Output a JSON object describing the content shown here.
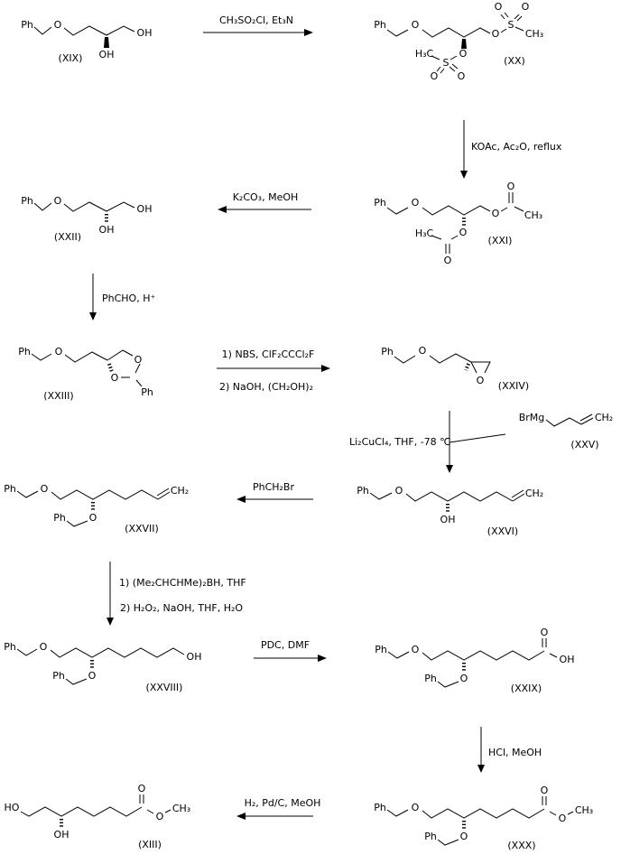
{
  "colors": {
    "ink": "#000000",
    "background": "#ffffff"
  },
  "atoms": {
    "ph": "Ph",
    "o": "O",
    "oh": "OH",
    "ho": "HO",
    "ch3": "CH₃",
    "h3c": "H₃C",
    "ch2": "CH₂",
    "s": "S",
    "brmg": "BrMg"
  },
  "compounds": {
    "xix": "(XIX)",
    "xx": "(XX)",
    "xxi": "(XXI)",
    "xxii": "(XXII)",
    "xxiii": "(XXIII)",
    "xxiv": "(XXIV)",
    "xxv": "(XXV)",
    "xxvi": "(XXVI)",
    "xxvii": "(XXVII)",
    "xxviii": "(XXVIII)",
    "xxix": "(XXIX)",
    "xxx": "(XXX)",
    "xiii": "(XIII)"
  },
  "reagents": {
    "step1": "CH₃SO₂Cl, Et₃N",
    "step2": "KOAc, Ac₂O, reflux",
    "step3": "K₂CO₃, MeOH",
    "step4": "PhCHO, H⁺",
    "step5_line1": "1) NBS, ClF₂CCCl₂F",
    "step5_line2": "2) NaOH, (CH₂OH)₂",
    "step6": "Li₂CuCl₄, THF, -78 ℃",
    "step7": "PhCH₂Br",
    "step8_line1": "1) (Me₂CHCHMe)₂BH, THF",
    "step8_line2": "2) H₂O₂, NaOH, THF, H₂O",
    "step9": "PDC, DMF",
    "step10": "HCl, MeOH",
    "step11": "H₂, Pd/C, MeOH"
  }
}
